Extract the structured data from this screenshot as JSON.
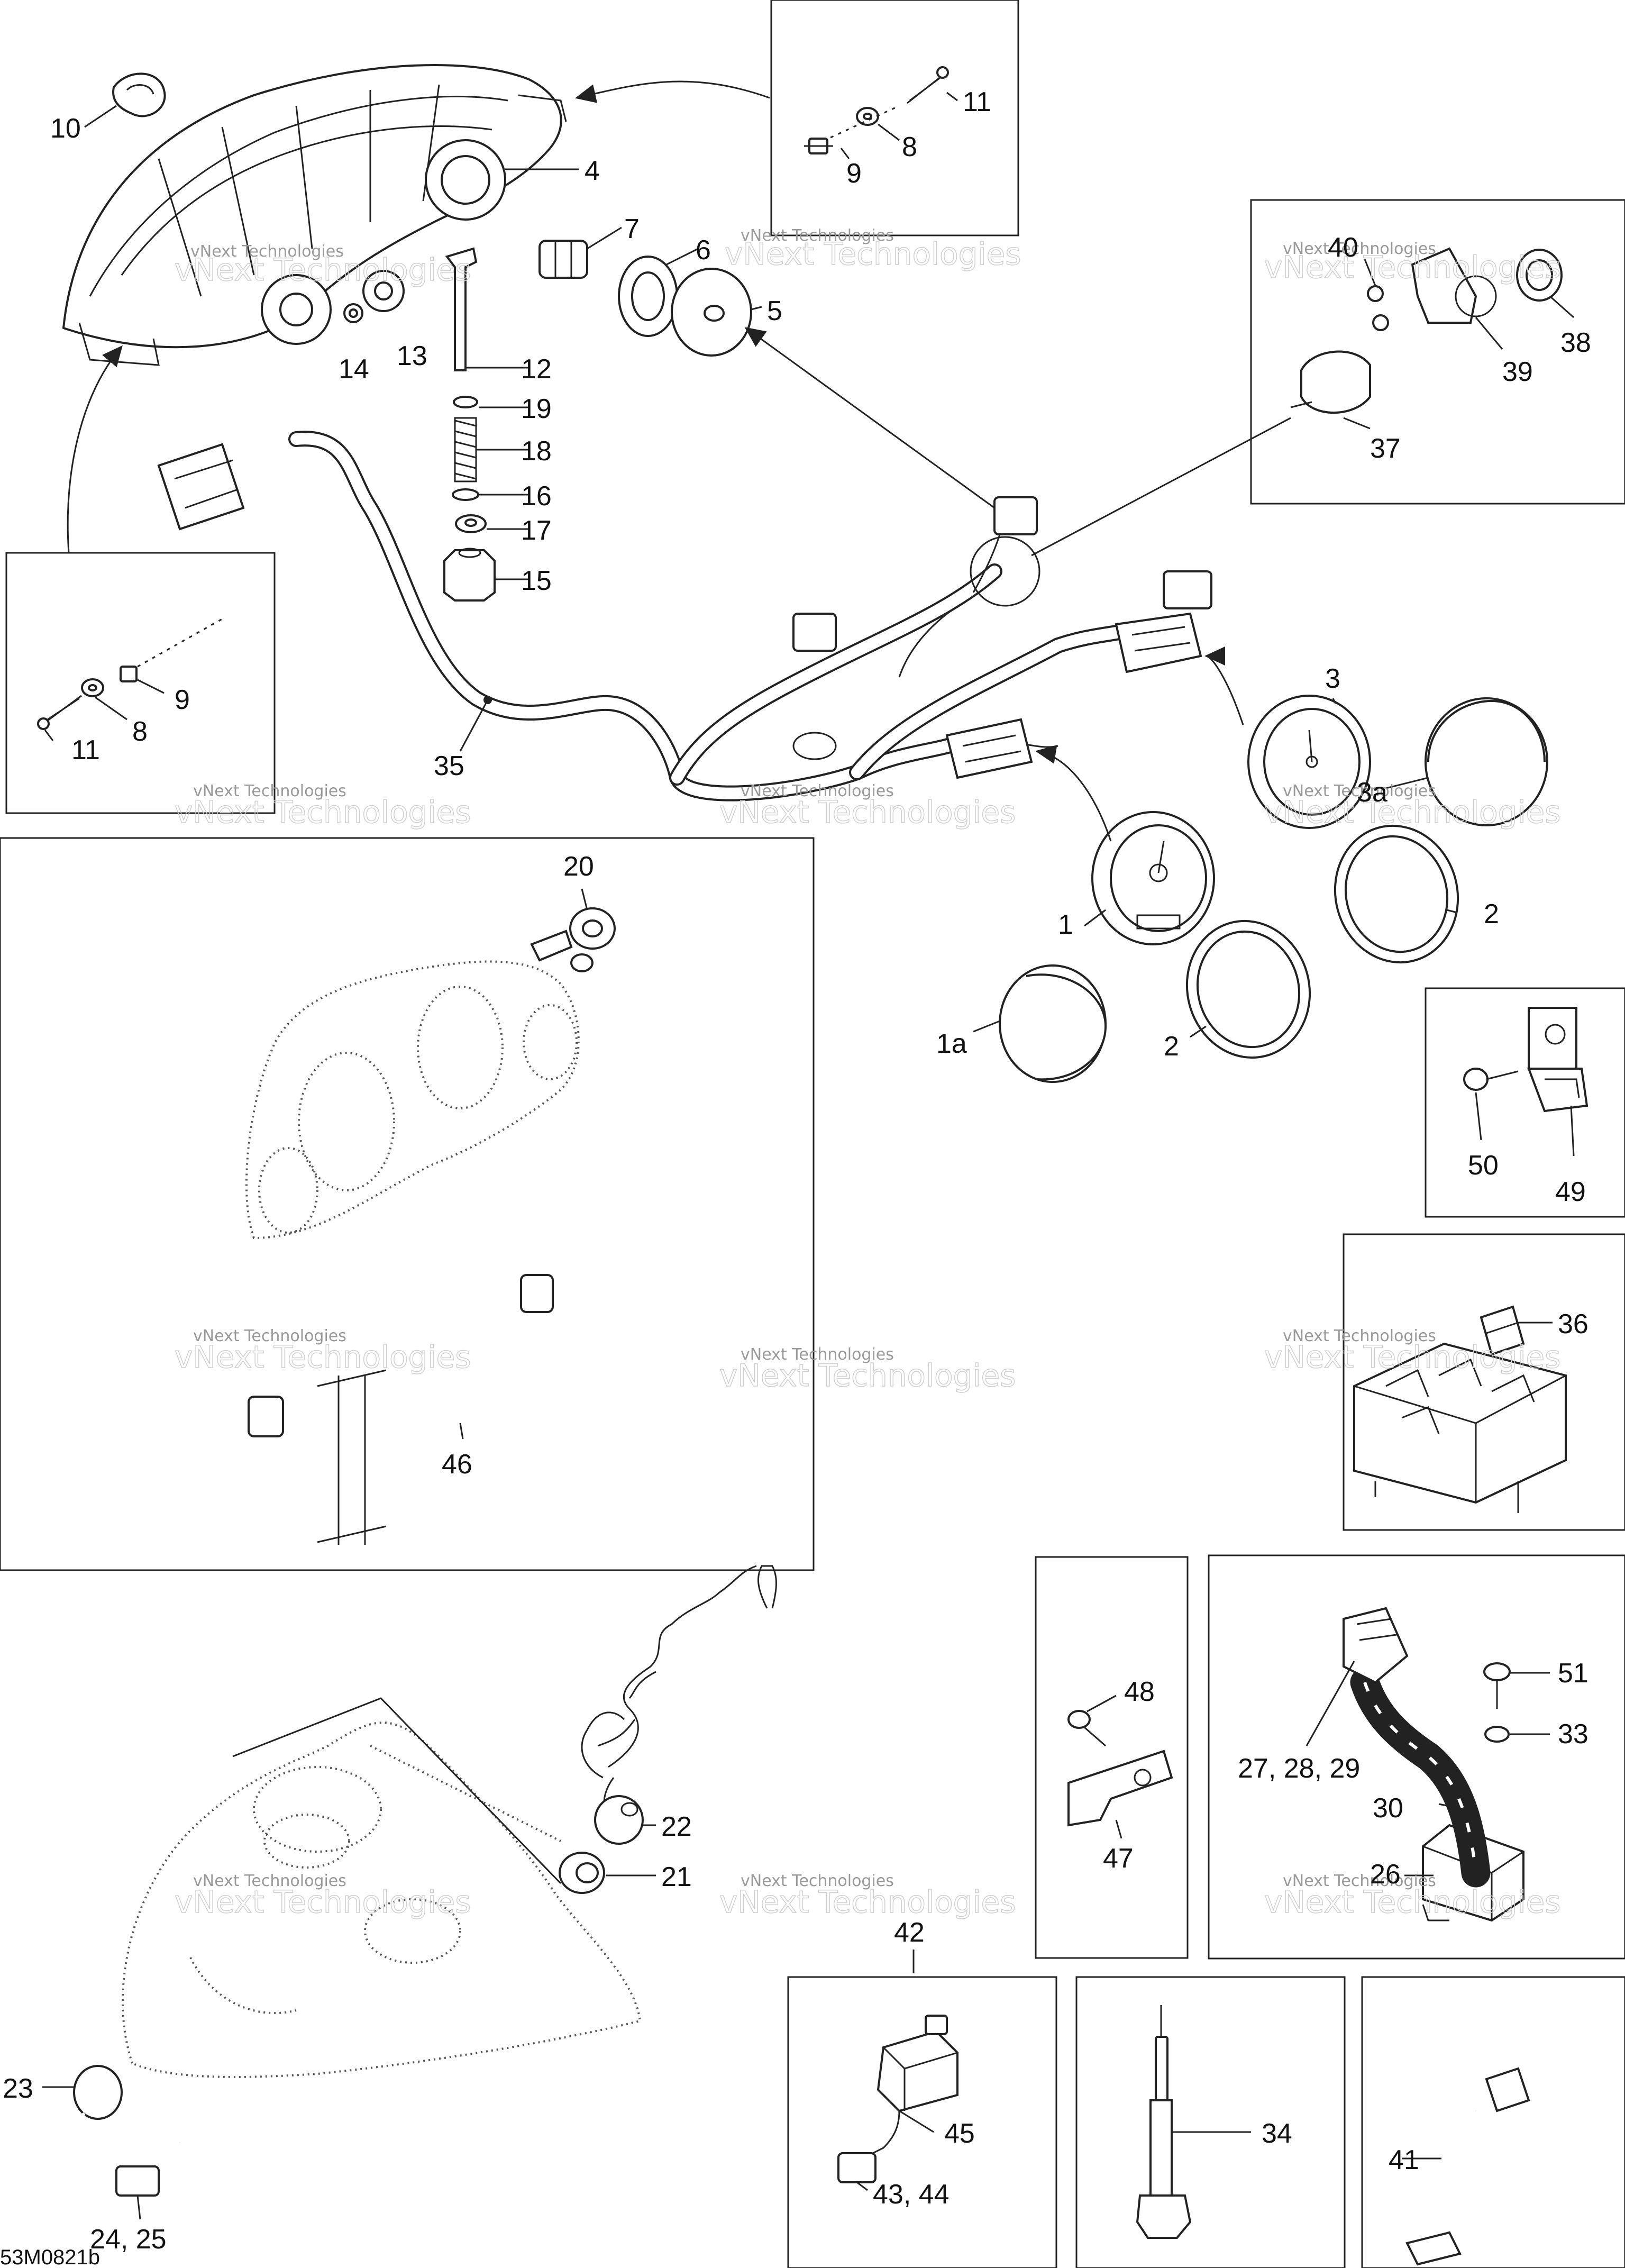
{
  "diagram": {
    "code": "53M0821b",
    "watermark": "vNext Technologies",
    "callouts": {
      "c1": "1",
      "c1a": "1a",
      "c2a": "2",
      "c2b": "2",
      "c3": "3",
      "c3a": "3a",
      "c4": "4",
      "c5": "5",
      "c6": "6",
      "c7": "7",
      "c8a": "8",
      "c8b": "8",
      "c9a": "9",
      "c9b": "9",
      "c10": "10",
      "c11a": "11",
      "c11b": "11",
      "c12": "12",
      "c13": "13",
      "c14": "14",
      "c15": "15",
      "c16": "16",
      "c17": "17",
      "c18": "18",
      "c19": "19",
      "c20": "20",
      "c21": "21",
      "c22": "22",
      "c23": "23",
      "c24": "24, 25",
      "c26": "26",
      "c27": "27, 28, 29",
      "c30": "30",
      "c33": "33",
      "c34": "34",
      "c35": "35",
      "c36": "36",
      "c37": "37",
      "c38": "38",
      "c39": "39",
      "c40": "40",
      "c41": "41",
      "c42": "42",
      "c43": "43, 44",
      "c45": "45",
      "c46": "46",
      "c47": "47",
      "c48": "48",
      "c49": "49",
      "c50": "50",
      "c51": "51"
    }
  }
}
